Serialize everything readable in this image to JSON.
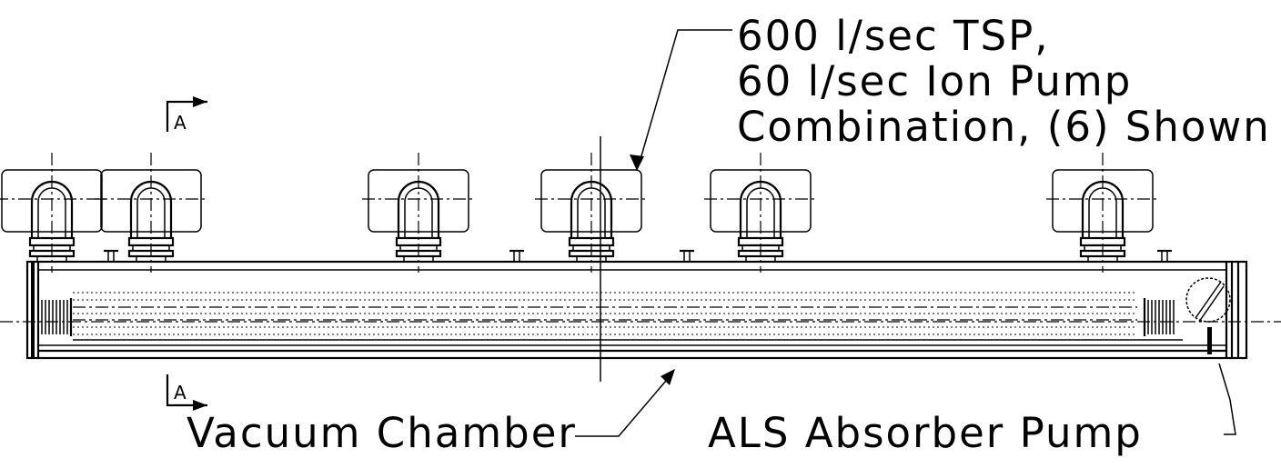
{
  "labels": {
    "pump_combo_line1": "600 l/sec TSP,",
    "pump_combo_line2": "60 l/sec Ion Pump",
    "pump_combo_line3": "Combination, (6) Shown",
    "vacuum_chamber": "Vacuum Chamber",
    "absorber_pump": "ALS Absorber Pump",
    "section_marker_top": "A",
    "section_marker_bottom": "A"
  },
  "pump_count": 6
}
